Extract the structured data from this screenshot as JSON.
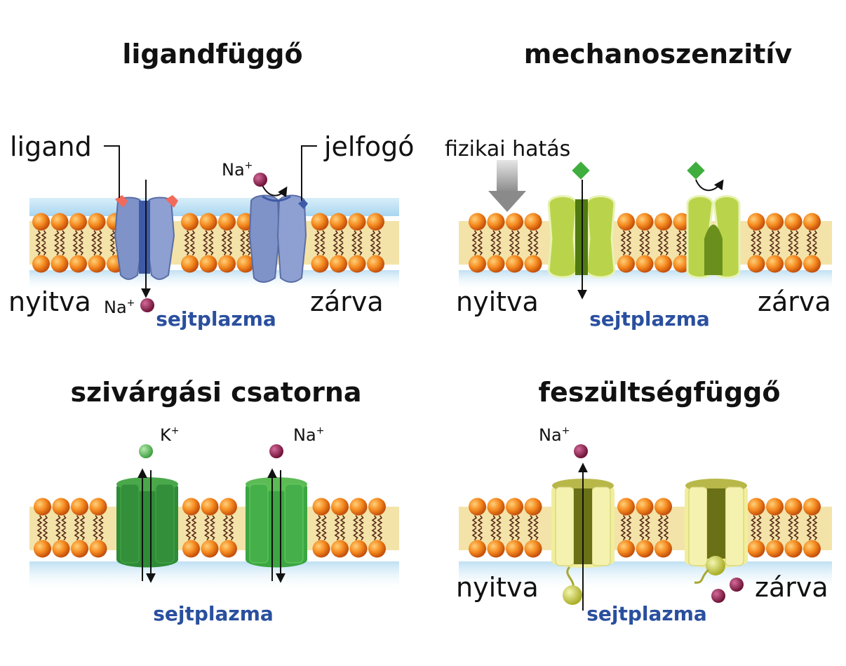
{
  "panels": {
    "ligand": {
      "title": "ligandfüggő",
      "ligand_label": "ligand",
      "receptor_label": "jelfogó",
      "open_label": "nyitva",
      "closed_label": "zárva",
      "ion_top": "Na",
      "ion_bottom": "Na",
      "ion_charge": "+",
      "cytoplasm": "sejtplazma"
    },
    "mechano": {
      "title": "mechanoszenzitív",
      "force_label": "fizikai hatás",
      "open_label": "nyitva",
      "closed_label": "zárva",
      "cytoplasm": "sejtplazma"
    },
    "leak": {
      "title": "szivárgási csatorna",
      "ion_1": "K",
      "ion_2": "Na",
      "ion_charge": "+",
      "cytoplasm": "sejtplazma"
    },
    "voltage": {
      "title": "feszültségfüggő",
      "ion": "Na",
      "ion_charge": "+",
      "open_label": "nyitva",
      "closed_label": "zárva",
      "cytoplasm": "sejtplazma"
    }
  },
  "colors": {
    "lipid_head": "#f07a1a",
    "membrane_core": "#f3e3a8",
    "cytoplasm_band": "#cfe6f5",
    "ligand_channel": "#7f93c9",
    "mechano_channel": "#b9d44a",
    "leak_channel": "#3a9a3f",
    "voltage_channel": "#f3ef9a",
    "na_ion": "#8a1f4a",
    "k_ion": "#5fbf5f",
    "cytoplasm_text": "#2a4f9e"
  }
}
